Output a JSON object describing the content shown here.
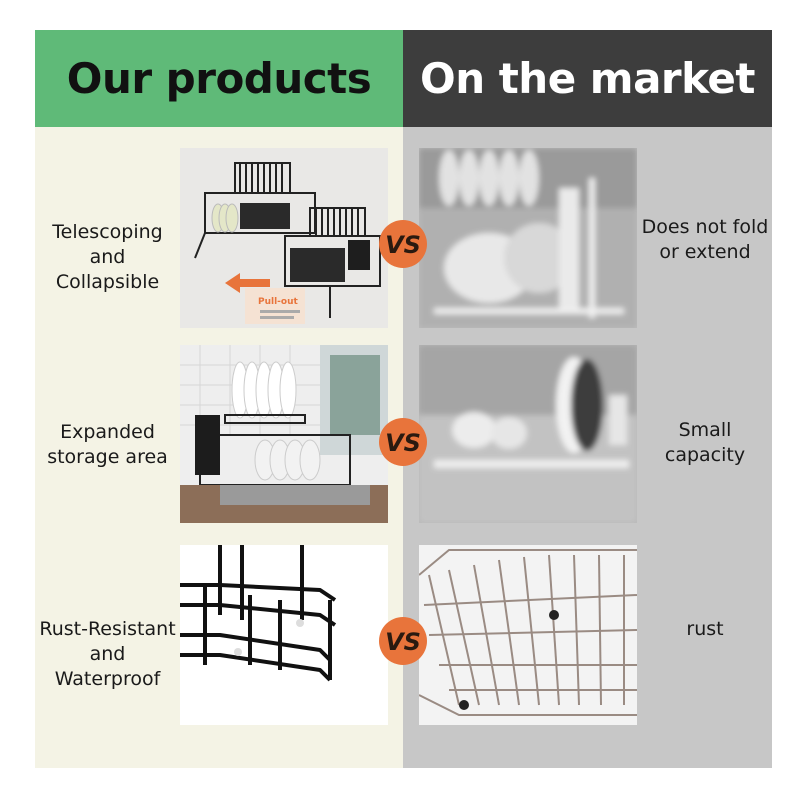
{
  "headers": {
    "left": "Our products",
    "right": "On the market"
  },
  "rows": [
    {
      "ours_label": "Telescoping\nand\nCollapsible",
      "market_label": "Does not fold\nor extend",
      "ours_image_text": "Pull-out"
    },
    {
      "ours_label": "Expanded\nstorage area",
      "market_label": "Small\ncapacity"
    },
    {
      "ours_label": "Rust-Resistant\nand\nWaterproof",
      "market_label": "rust"
    }
  ],
  "badge": {
    "text": "VS"
  },
  "colors": {
    "left_header_bg": "#5fba78",
    "right_header_bg": "#3d3d3d",
    "left_bg": "#f4f3e5",
    "right_bg": "#c7c7c7",
    "vs_bg": "#e8743b"
  }
}
